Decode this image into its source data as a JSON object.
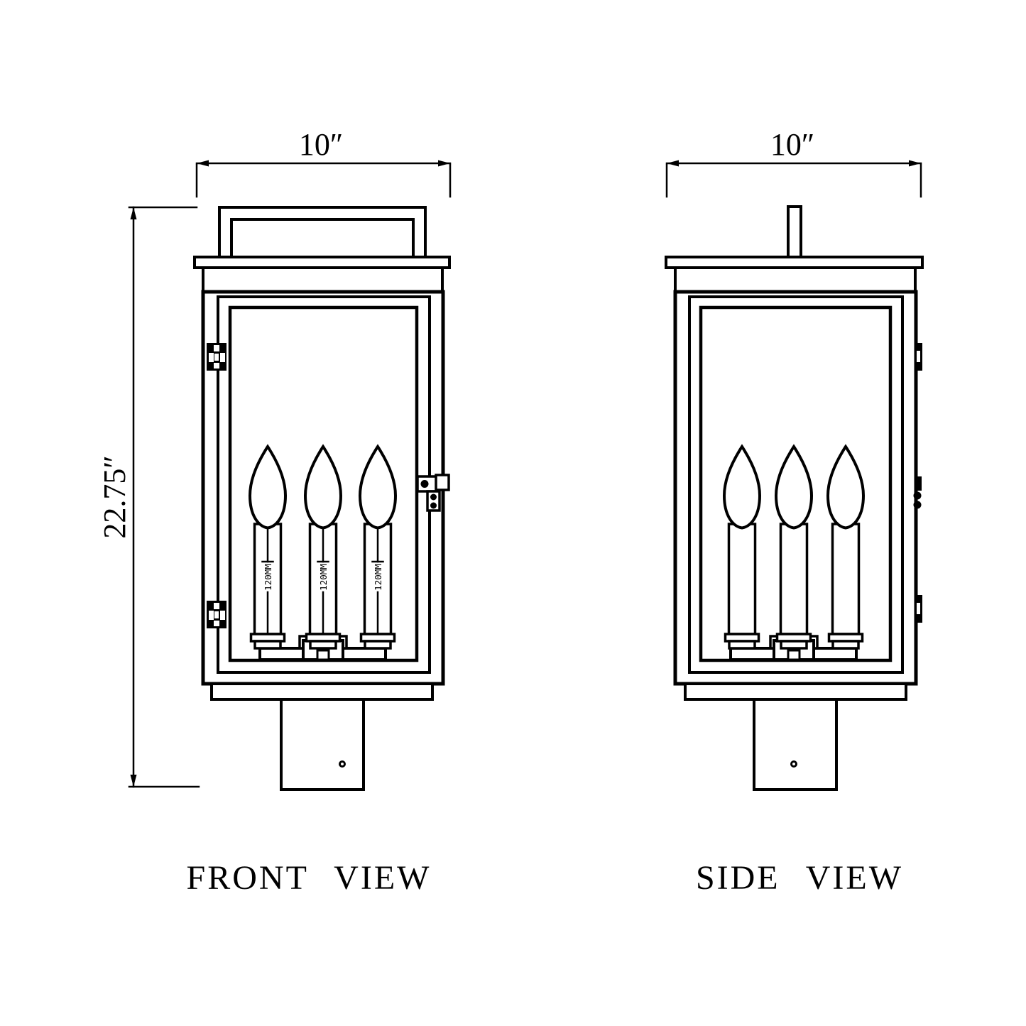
{
  "document": {
    "type": "technical-dimension-drawing",
    "background": "#ffffff",
    "line_color": "#000000"
  },
  "front_view": {
    "title": "FRONT VIEW",
    "width_dimension": "10″",
    "height_dimension": "22.75″",
    "bulb_labels": [
      "120MM",
      "120MM",
      "120MM"
    ]
  },
  "side_view": {
    "title": "SIDE VIEW",
    "width_dimension": "10″"
  }
}
